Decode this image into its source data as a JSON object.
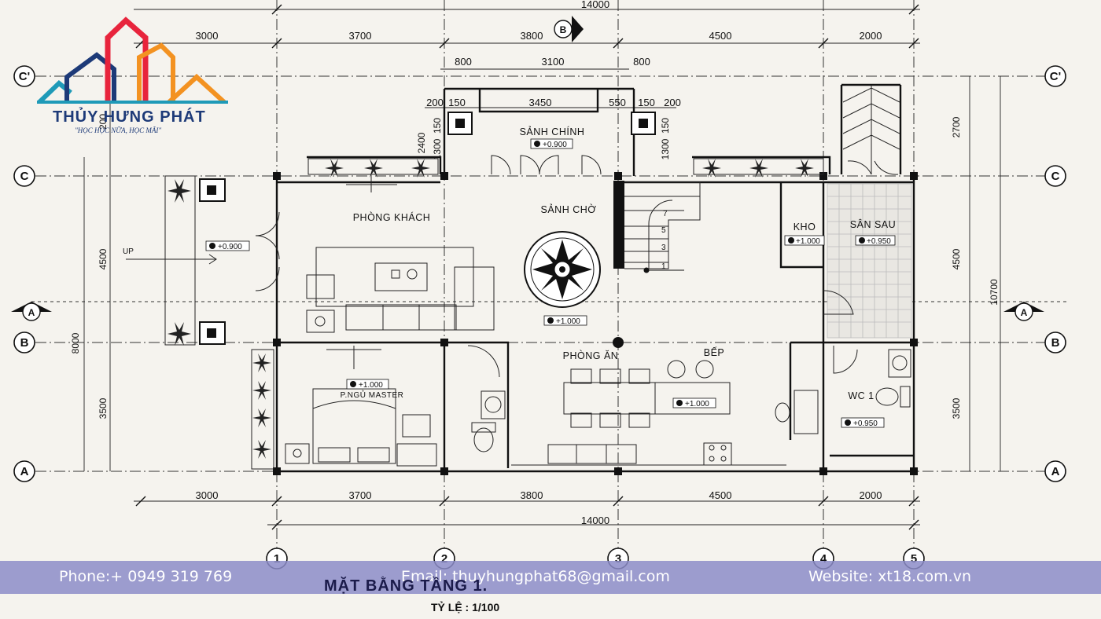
{
  "brand": {
    "name": "THỦY HƯNG PHÁT",
    "slogan": "\"HỌC HỌC NỮA, HỌC MÃI\""
  },
  "colors": {
    "footer_band": "#8c8cc8",
    "logo_red": "#e8243c",
    "logo_orange": "#f39221",
    "logo_blue": "#1d3a78",
    "logo_teal": "#1f9ab8"
  },
  "dimensions": {
    "top_total": "14000",
    "top_row": [
      "3000",
      "3700",
      "3800",
      "4500",
      "2000"
    ],
    "entry_row": [
      "800",
      "3100",
      "800"
    ],
    "porch_row": [
      "200",
      "150",
      "3450",
      "550",
      "150",
      "200"
    ],
    "bottom_row": [
      "3000",
      "3700",
      "3800",
      "4500",
      "2000"
    ],
    "bottom_total": "14000",
    "left_side": [
      "2400",
      "1300",
      "150",
      "4500",
      "8000",
      "3500",
      "200"
    ],
    "right_side": [
      "2700",
      "1300",
      "150",
      "4500",
      "10700",
      "3500"
    ]
  },
  "axes": {
    "rows": [
      "C'",
      "C",
      "B",
      "A"
    ],
    "section": "A",
    "cols": [
      "1",
      "2",
      "3",
      "4",
      "5"
    ],
    "top_marker": "B"
  },
  "rooms": {
    "sanh_chinh": "SẢNH CHÍNH",
    "phong_khach": "PHÒNG KHÁCH",
    "sanh_cho": "SẢNH CHỜ",
    "kho": "KHO",
    "san_sau": "SÂN SAU",
    "phong_an": "PHÒNG ĂN",
    "bep": "BẾP",
    "pngu_master": "P.NGỦ MASTER",
    "wc1": "WC 1"
  },
  "levels": {
    "sanh_chinh": "+0.900",
    "entrance": "+0.900",
    "kho": "+1.000",
    "san_sau": "+0.950",
    "center": "+1.000",
    "master": "+1.000",
    "bep": "+1.000",
    "wc1": "+0.950"
  },
  "stairs": {
    "steps": [
      "7",
      "5",
      "3",
      "1"
    ]
  },
  "misc": {
    "up": "UP"
  },
  "footer": {
    "phone": "Phone:+  0949 319 769",
    "email": "Email: thuyhungphat68@gmail.com",
    "website": "Website:  xt18.com.vn"
  },
  "title": {
    "main": "MẶT BẰNG TẦNG 1.",
    "scale": "TỶ LỆ : 1/100"
  }
}
